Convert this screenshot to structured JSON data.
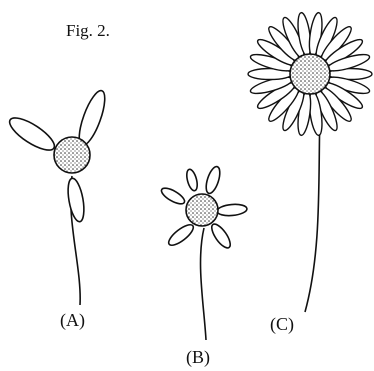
{
  "figure": {
    "title": "Fig. 2.",
    "ink_color": "#111111",
    "flowers": [
      {
        "label": "(A)",
        "petal_count": 3
      },
      {
        "label": "(B)",
        "petal_count": 6
      },
      {
        "label": "(C)",
        "petal_count": 22
      }
    ]
  }
}
